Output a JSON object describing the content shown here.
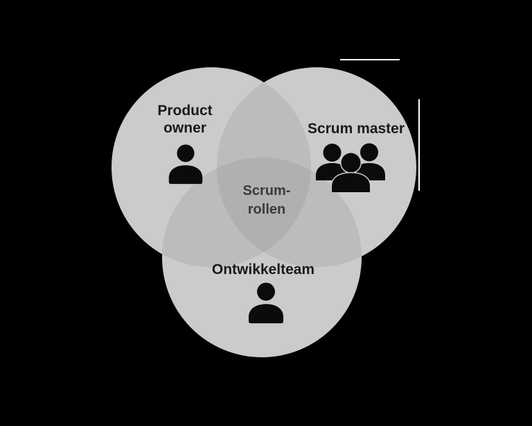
{
  "venn": {
    "product_owner": {
      "line1": "Product",
      "line2": "owner"
    },
    "scrum_master": {
      "label": "Scrum master"
    },
    "ontwikkelteam": {
      "label": "Ontwikkelteam"
    },
    "center": {
      "line1": "Scrum-",
      "line2": "rollen"
    }
  },
  "icons": {
    "product_owner": "person-icon",
    "scrum_master": "people-group-icon",
    "ontwikkelteam": "person-icon"
  },
  "colors": {
    "background": "#000000",
    "circle_fill": "#cbcbcb",
    "overlap_two": "#bcbcbc",
    "overlap_three": "#b0b0b0",
    "icon_fill": "#0b0b0b",
    "label_text": "#1a1a1a",
    "center_text": "#3a3a3a",
    "artifact_lines": "#ffffff"
  }
}
